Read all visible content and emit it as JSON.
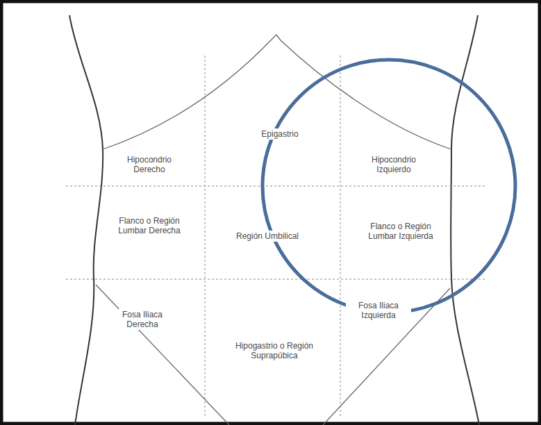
{
  "diagram": {
    "labels": [
      "Hipocondrio Derecho",
      "Epigastrio",
      "Hipocondrio Izquierdo",
      "Flanco o Región Lumbar Derecha",
      "Región Umbilical",
      "Flanco o Región Lumbar Izquierda",
      "Fosa Iliaca Derecha",
      "Hipogastrio o Región Suprapúbica",
      "Fosa Iliaca Izquierda"
    ]
  }
}
